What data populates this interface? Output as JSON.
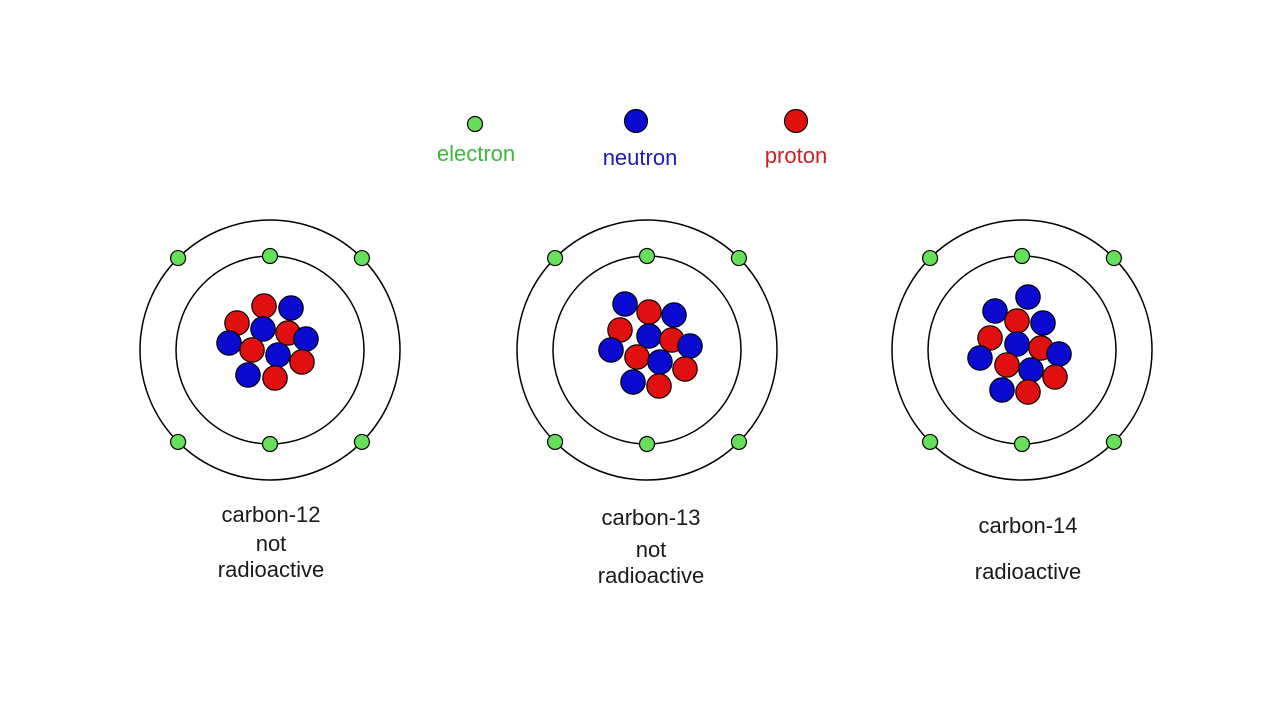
{
  "colors": {
    "electron": "#66e05a",
    "neutron": "#0a0ad0",
    "proton": "#e01010",
    "electron_text": "#3cb83c",
    "neutron_text": "#1c1cb8",
    "proton_text": "#cc1f2a"
  },
  "legend": [
    {
      "key": "electron",
      "label": "electron"
    },
    {
      "key": "neutron",
      "label": "neutron"
    },
    {
      "key": "proton",
      "label": "proton"
    }
  ],
  "atoms": [
    {
      "name": "carbon-12",
      "label_lines": [
        "carbon-12",
        "not",
        "radioactive"
      ],
      "protons": 6,
      "neutrons": 6,
      "electrons_inner": 2,
      "electrons_outer": 4
    },
    {
      "name": "carbon-13",
      "label_lines": [
        "carbon-13",
        "not",
        "radioactive"
      ],
      "protons": 6,
      "neutrons": 7,
      "electrons_inner": 2,
      "electrons_outer": 4
    },
    {
      "name": "carbon-14",
      "label_lines": [
        "carbon-14",
        "",
        "radioactive"
      ],
      "protons": 6,
      "neutrons": 8,
      "electrons_inner": 2,
      "electrons_outer": 4
    }
  ]
}
